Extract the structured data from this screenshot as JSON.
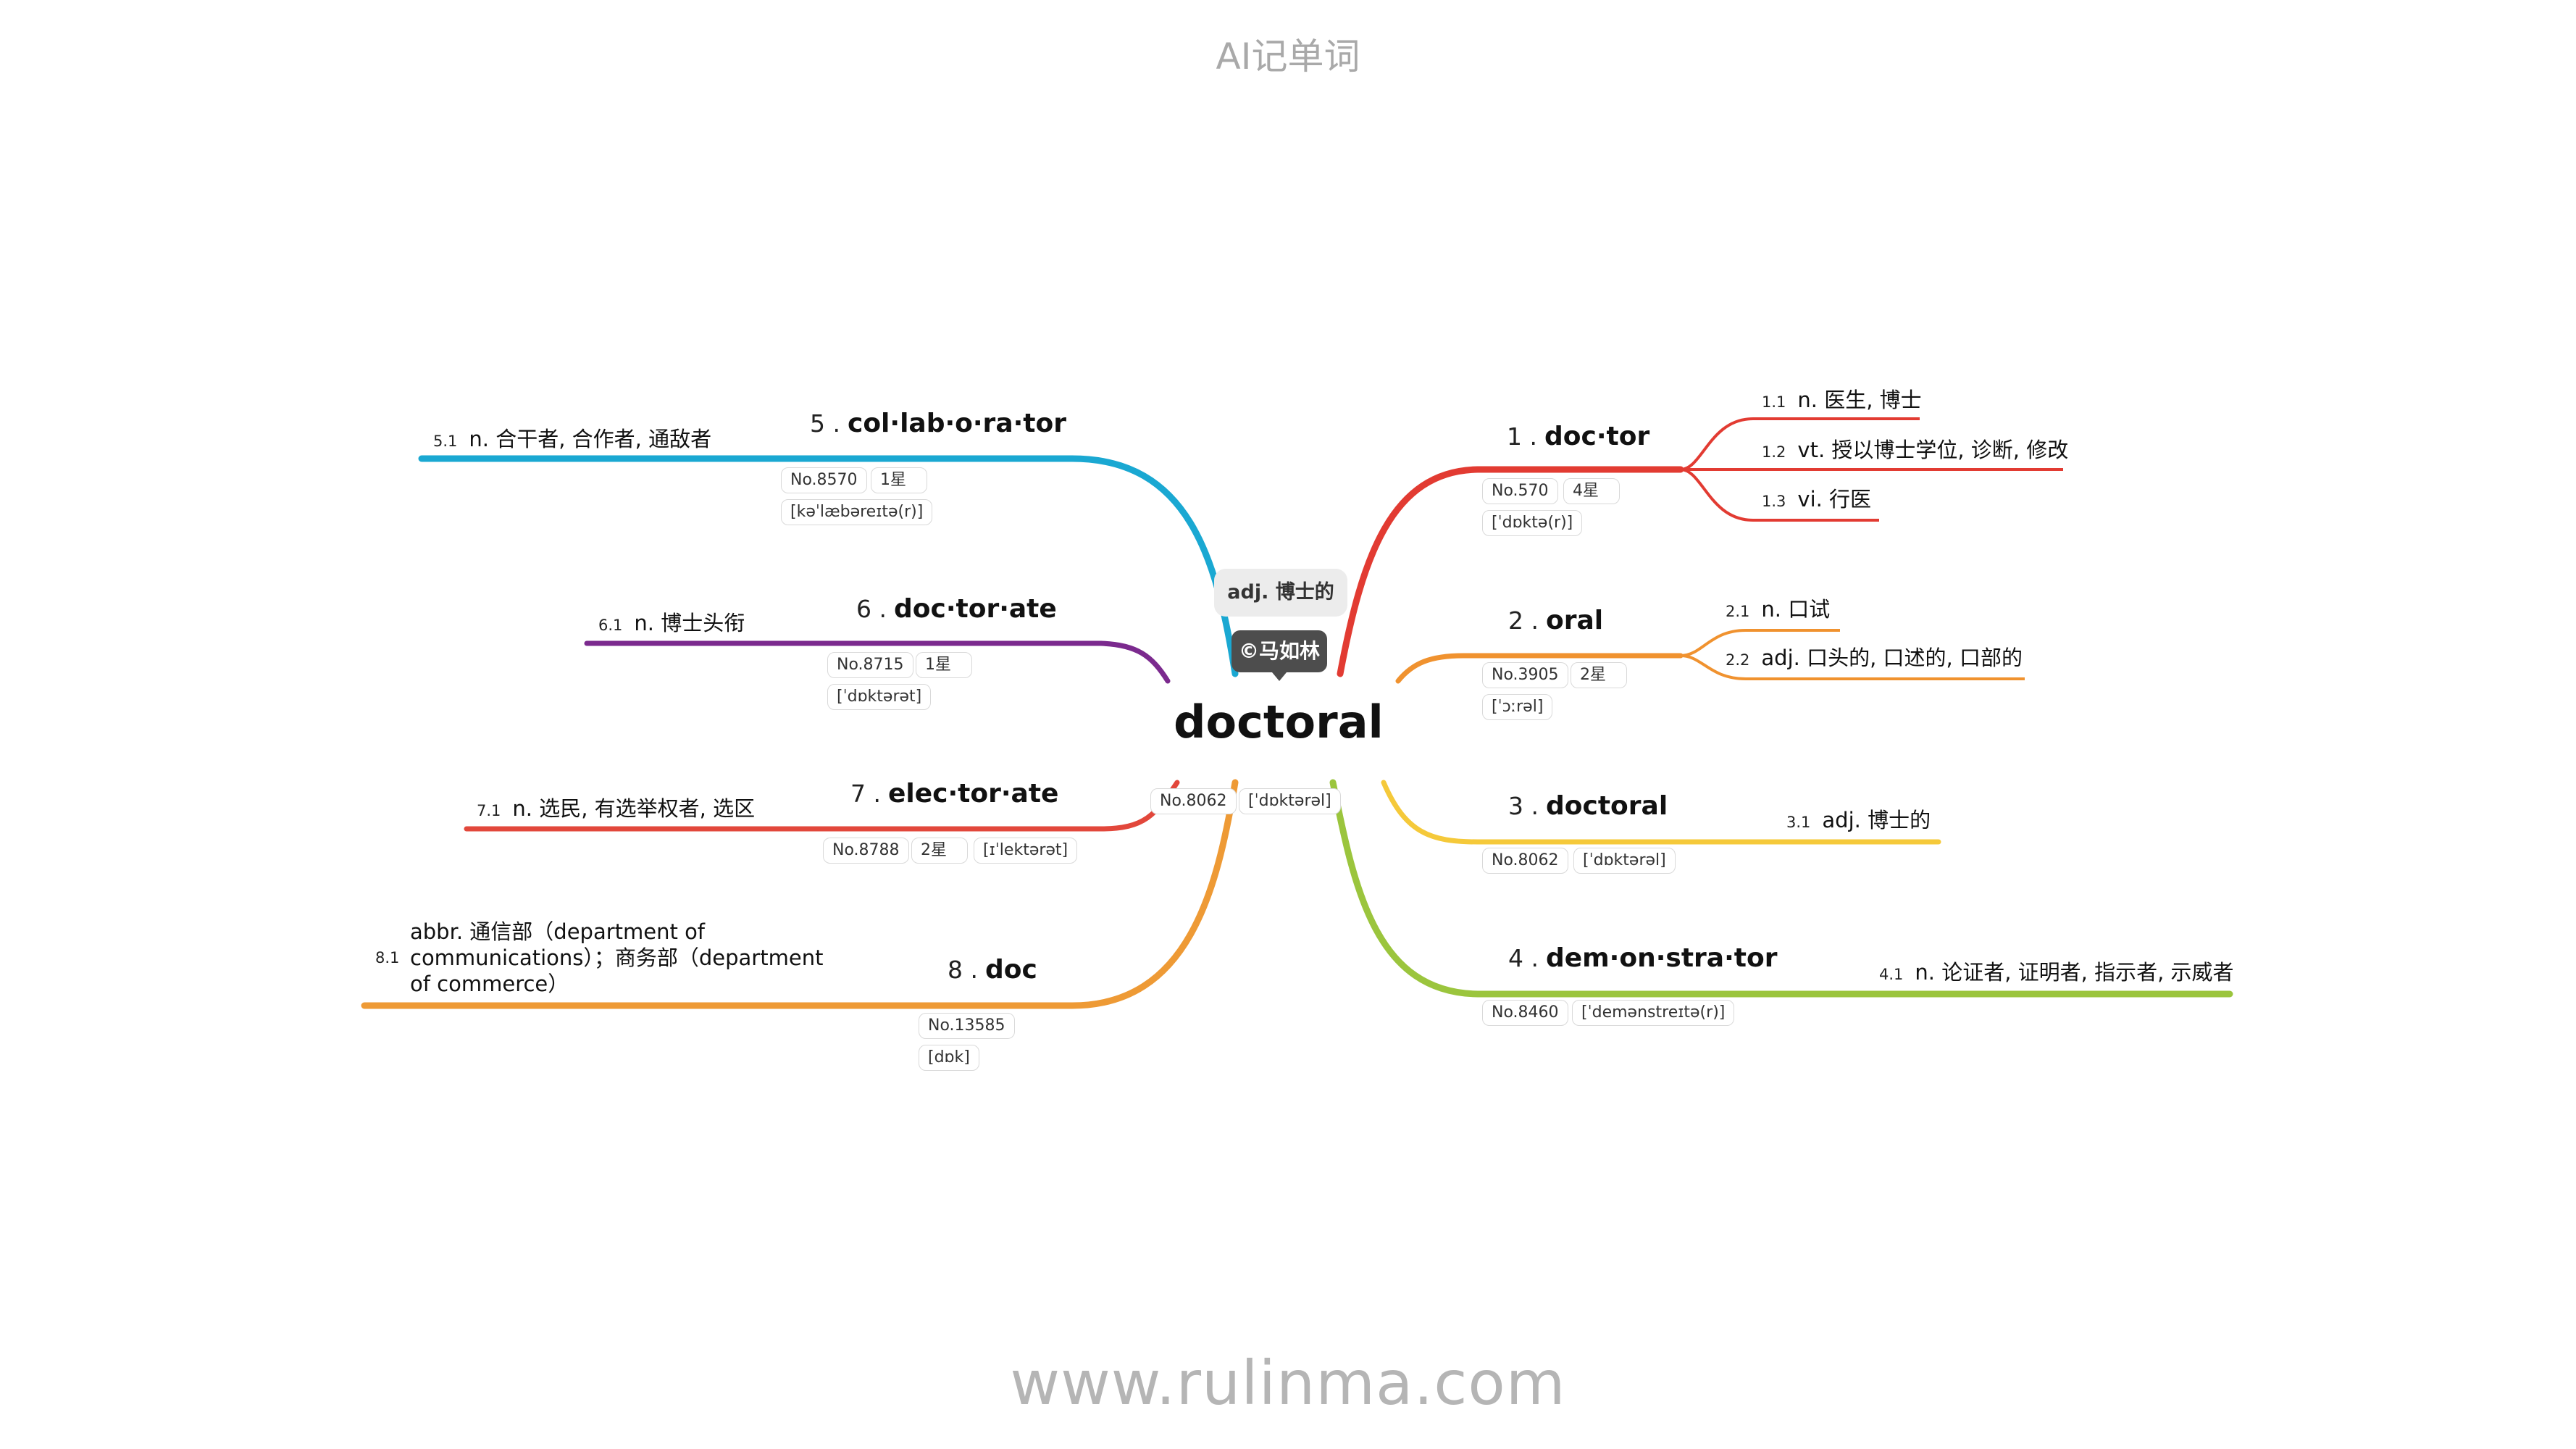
{
  "header_title": "AI记单词",
  "footer_site": "www.rulinma.com",
  "center": {
    "word": "doctoral",
    "tooltip": "adj. 博士的",
    "badge": "©马如林",
    "no": "No.8062",
    "phonetic": "[ˈdɒktərəl]"
  },
  "colors": {
    "red": "#e23b32",
    "orange": "#f0922f",
    "yellow": "#f5c93a",
    "green": "#9bc53d",
    "blue": "#1aa8d2",
    "purple": "#7b2a8e",
    "red2": "#e2473b",
    "orange2": "#ee9a35"
  },
  "nodes": [
    {
      "num": "1 .",
      "word": "doc·tor",
      "no": "No.570",
      "stars": "4星",
      "phonetic": "[ˈdɒktə(r)]",
      "defs": [
        {
          "n": "1.1",
          "text": "n. 医生, 博士"
        },
        {
          "n": "1.2",
          "text": "vt. 授以博士学位, 诊断, 修改"
        },
        {
          "n": "1.3",
          "text": "vi. 行医"
        }
      ]
    },
    {
      "num": "2 .",
      "word": "oral",
      "no": "No.3905",
      "stars": "2星",
      "phonetic": "[ˈɔːrəl]",
      "defs": [
        {
          "n": "2.1",
          "text": "n. 口试"
        },
        {
          "n": "2.2",
          "text": "adj. 口头的, 口述的, 口部的"
        }
      ]
    },
    {
      "num": "3 .",
      "word": "doctoral",
      "no": "No.8062",
      "phonetic": "[ˈdɒktərəl]",
      "defs": [
        {
          "n": "3.1",
          "text": "adj. 博士的"
        }
      ]
    },
    {
      "num": "4 .",
      "word": "dem·on·stra·tor",
      "no": "No.8460",
      "phonetic": "[ˈdemənstreɪtə(r)]",
      "defs": [
        {
          "n": "4.1",
          "text": "n. 论证者, 证明者, 指示者, 示威者"
        }
      ]
    },
    {
      "num": "5 .",
      "word": "col·lab·o·ra·tor",
      "no": "No.8570",
      "stars": "1星",
      "phonetic": "[kəˈlæbəreɪtə(r)]",
      "defs": [
        {
          "n": "5.1",
          "text": "n. 合干者, 合作者, 通敌者"
        }
      ]
    },
    {
      "num": "6 .",
      "word": "doc·tor·ate",
      "no": "No.8715",
      "stars": "1星",
      "phonetic": "[ˈdɒktərət]",
      "defs": [
        {
          "n": "6.1",
          "text": "n. 博士头衔"
        }
      ]
    },
    {
      "num": "7 .",
      "word": "elec·tor·ate",
      "no": "No.8788",
      "stars": "2星",
      "phonetic": "[ɪˈlektərət]",
      "defs": [
        {
          "n": "7.1",
          "text": "n. 选民, 有选举权者, 选区"
        }
      ]
    },
    {
      "num": "8 .",
      "word": "doc",
      "no": "No.13585",
      "phonetic": "[dɒk]",
      "defs": [
        {
          "n": "8.1",
          "text": "abbr. 通信部（department of communications）；商务部（department of commerce）"
        }
      ]
    }
  ]
}
